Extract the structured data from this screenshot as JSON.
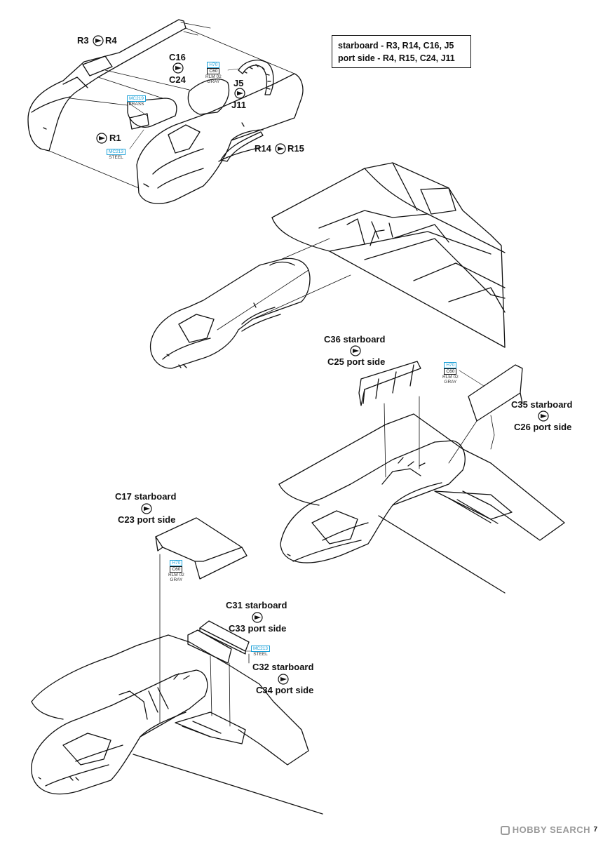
{
  "legend": {
    "line1": "starboard - R3, R14, C16, J5",
    "line2": "port side - R4, R15, C24, J11"
  },
  "labels": {
    "r3": "R3",
    "r4": "R4",
    "c16": "C16",
    "c24": "C24",
    "j5": "J5",
    "j11": "J11",
    "r1": "R1",
    "r14": "R14",
    "r15": "R15",
    "c36": "C36 starboard",
    "c25": "C25 port side",
    "c35": "C35 starboard",
    "c26": "C26 port side",
    "c17": "C17 starboard",
    "c23": "C23 port side",
    "c31": "C31 starboard",
    "c33": "C33 port side",
    "c32": "C32 starboard",
    "c34": "C34 port side"
  },
  "paint": {
    "mc219": "MC219",
    "brass": "BRASS",
    "mc213": "MC213",
    "steel": "STEEL",
    "h70": "H70",
    "c60": "C60",
    "rlm02": "RLM 02",
    "gray": "GRAY"
  },
  "page_number": "7",
  "watermark": "HOBBY SEARCH",
  "colors": {
    "ink": "#111111",
    "paint_callout": "#1aa0d8",
    "paper": "#ffffff"
  }
}
